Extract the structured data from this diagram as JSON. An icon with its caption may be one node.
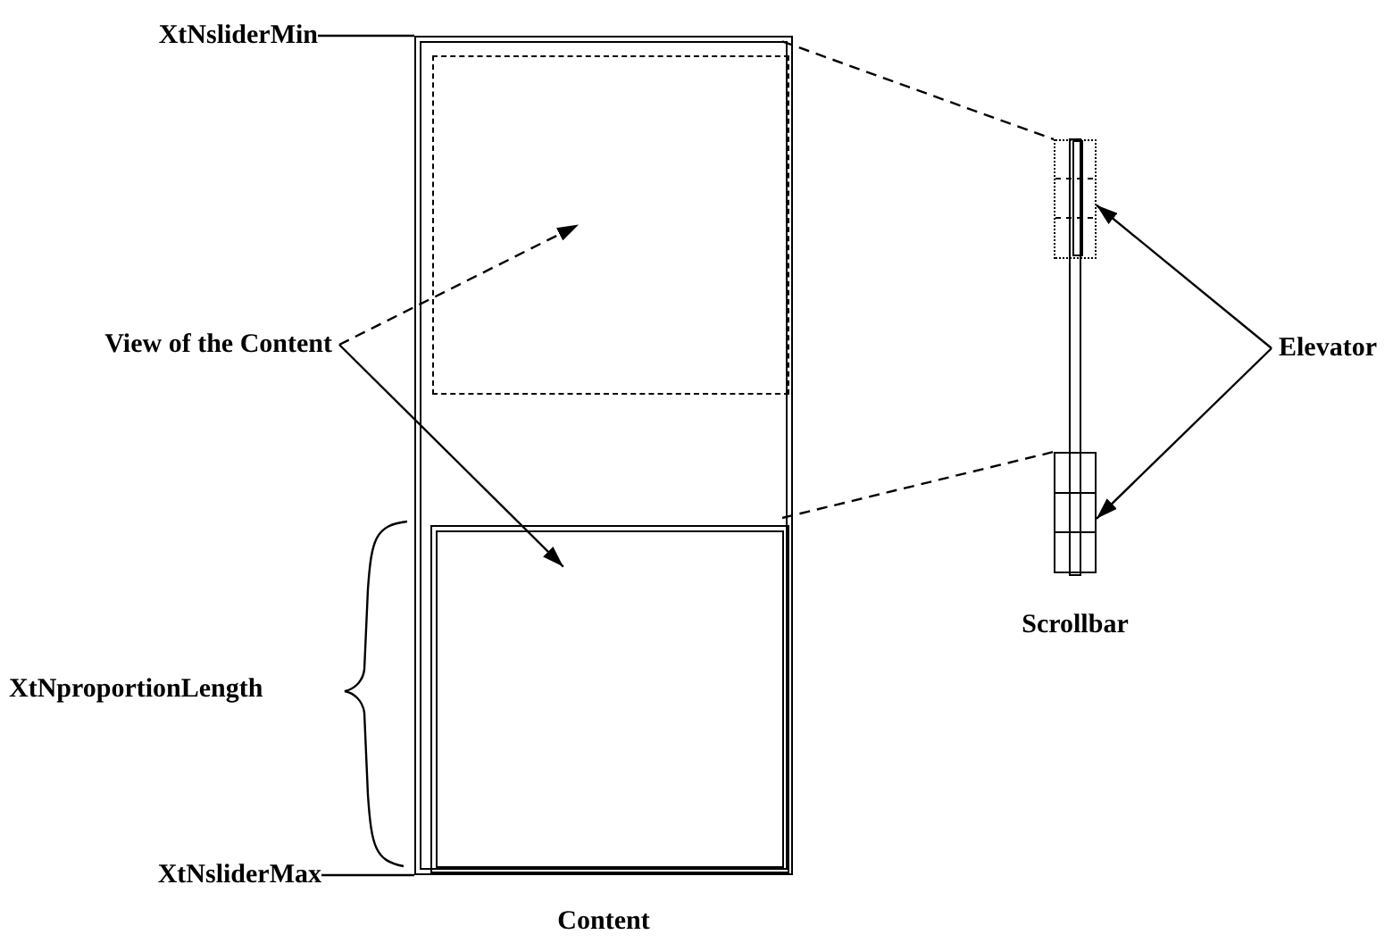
{
  "diagram": {
    "nodes": [
      {
        "text": [
          "XtNsliderMin"
        ]
      },
      {
        "text": [
          "Content"
        ]
      },
      {
        "text": [],
        "shape": "box",
        "in": 1
      },
      {
        "text": [],
        "shape": "box",
        "in": 1
      },
      {
        "text": [
          "View of the Content"
        ]
      },
      {
        "text": [
          "Scrollbar"
        ]
      },
      {
        "text": [],
        "shape": "box"
      },
      {
        "text": [],
        "shape": "box"
      },
      {
        "text": [
          "Elevator"
        ]
      },
      {
        "text": [
          "XtNsliderMax"
        ]
      }
    ],
    "edges": [
      {
        "from": 4,
        "to": 2,
        "arrow": "to",
        "style": "dashed"
      },
      {
        "from": 4,
        "to": 3,
        "arrow": "to"
      },
      {
        "from": 8,
        "to": 6,
        "arrow": "to"
      },
      {
        "from": 8,
        "to": 7,
        "arrow": "to"
      },
      {
        "from": 2,
        "to": 6,
        "arrow": "none",
        "style": "dashed"
      },
      {
        "from": 3,
        "to": 7,
        "arrow": "none",
        "style": "dashed"
      },
      {
        "from": 0,
        "to": 1,
        "arrow": "none"
      },
      {
        "from": 9,
        "to": 1,
        "arrow": "none"
      }
    ],
    "labels": [
      "XtNproportionLength"
    ]
  }
}
